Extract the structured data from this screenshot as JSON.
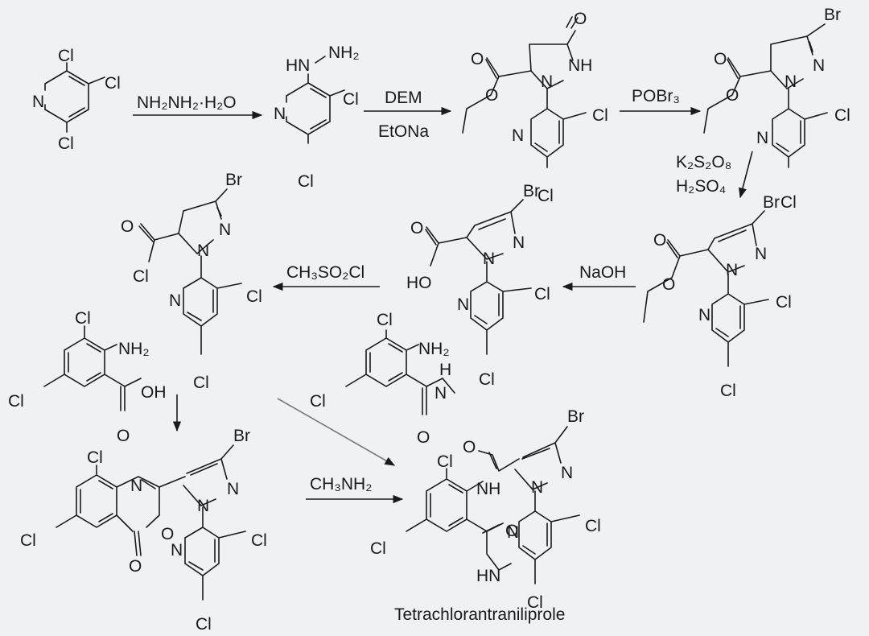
{
  "reagents": {
    "step1": "NH₂NH₂·H₂O",
    "step2_top": "DEM",
    "step2_bottom": "EtONa",
    "step3": "POBr₃",
    "step4_top": "K₂S₂O₈",
    "step4_bottom": "H₂SO₄",
    "step5": "NaOH",
    "step6": "CH₃SO₂Cl",
    "step7": "CH₃NH₂"
  },
  "product_name": "Tetrachlorantraniliprole",
  "atoms": {
    "n": "N",
    "cl": "Cl",
    "br": "Br",
    "o": "O",
    "nh2": "NH₂",
    "hn": "HN",
    "nnh": "N",
    "nh": "NH",
    "oh": "OH",
    "ho": "HO",
    "h": "H"
  }
}
